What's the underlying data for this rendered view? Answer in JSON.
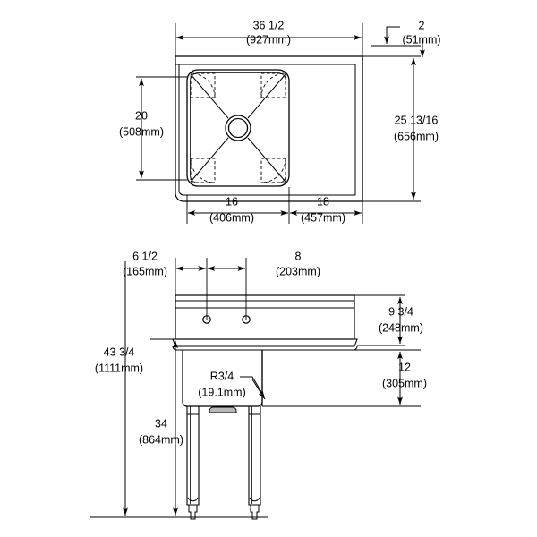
{
  "drawing": {
    "title": "Commercial one-compartment sink with right drainboard — dimensioned engineering drawing",
    "units": "inches with millimeter equivalents in parentheses",
    "line_color": "#000000",
    "hidden_line_color": "#000000",
    "background": "#ffffff",
    "shade_color": "#9a9a9a",
    "views": [
      {
        "name": "plan-view",
        "label": "Top / plan view"
      },
      {
        "name": "front-elevation-view",
        "label": "Front elevation view"
      }
    ]
  },
  "plan_view": {
    "overall_width": {
      "imperial": "36 1/2",
      "metric": "(927mm)"
    },
    "rim_thickness": {
      "imperial": "2",
      "metric": "(51mm)"
    },
    "bowl_front_to_back": {
      "imperial": "20",
      "metric": "(508mm)"
    },
    "overall_depth": {
      "imperial": "25 13/16",
      "metric": "(656mm)"
    },
    "bowl_width": {
      "imperial": "16",
      "metric": "(406mm)"
    },
    "drainboard_width": {
      "imperial": "18",
      "metric": "(457mm)"
    }
  },
  "elevation_view": {
    "faucet_hole_edge_offset": {
      "imperial": "6 1/2",
      "metric": "(165mm)"
    },
    "faucet_hole_spacing": {
      "imperial": "8",
      "metric": "(203mm)"
    },
    "backsplash_height": {
      "imperial": "9 3/4",
      "metric": "(248mm)"
    },
    "bowl_depth": {
      "imperial": "12",
      "metric": "(305mm)"
    },
    "overall_height": {
      "imperial": "43 3/4",
      "metric": "(1111mm)"
    },
    "work_surface_height": {
      "imperial": "34",
      "metric": "(864mm)"
    },
    "corner_radius": {
      "imperial": "R3/4",
      "metric": "(19.1mm)"
    }
  },
  "labels": {
    "overall_width_imp": "36 1/2",
    "overall_width_met": "(927mm)",
    "rim_imp": "2",
    "rim_met": "(51mm)",
    "bowl_depth_plan_imp": "20",
    "bowl_depth_plan_met": "(508mm)",
    "overall_depth_imp": "25 13/16",
    "overall_depth_met": "(656mm)",
    "bowl_width_imp": "16",
    "bowl_width_met": "(406mm)",
    "drainboard_imp": "18",
    "drainboard_met": "(457mm)",
    "hole_offset_imp": "6 1/2",
    "hole_offset_met": "(165mm)",
    "hole_spacing_imp": "8",
    "hole_spacing_met": "(203mm)",
    "splash_imp": "9 3/4",
    "splash_met": "(248mm)",
    "depth12_imp": "12",
    "depth12_met": "(305mm)",
    "height_imp": "43 3/4",
    "height_met": "(1111mm)",
    "work_imp": "34",
    "work_met": "(864mm)",
    "radius_imp": "R3/4",
    "radius_met": "(19.1mm)"
  }
}
